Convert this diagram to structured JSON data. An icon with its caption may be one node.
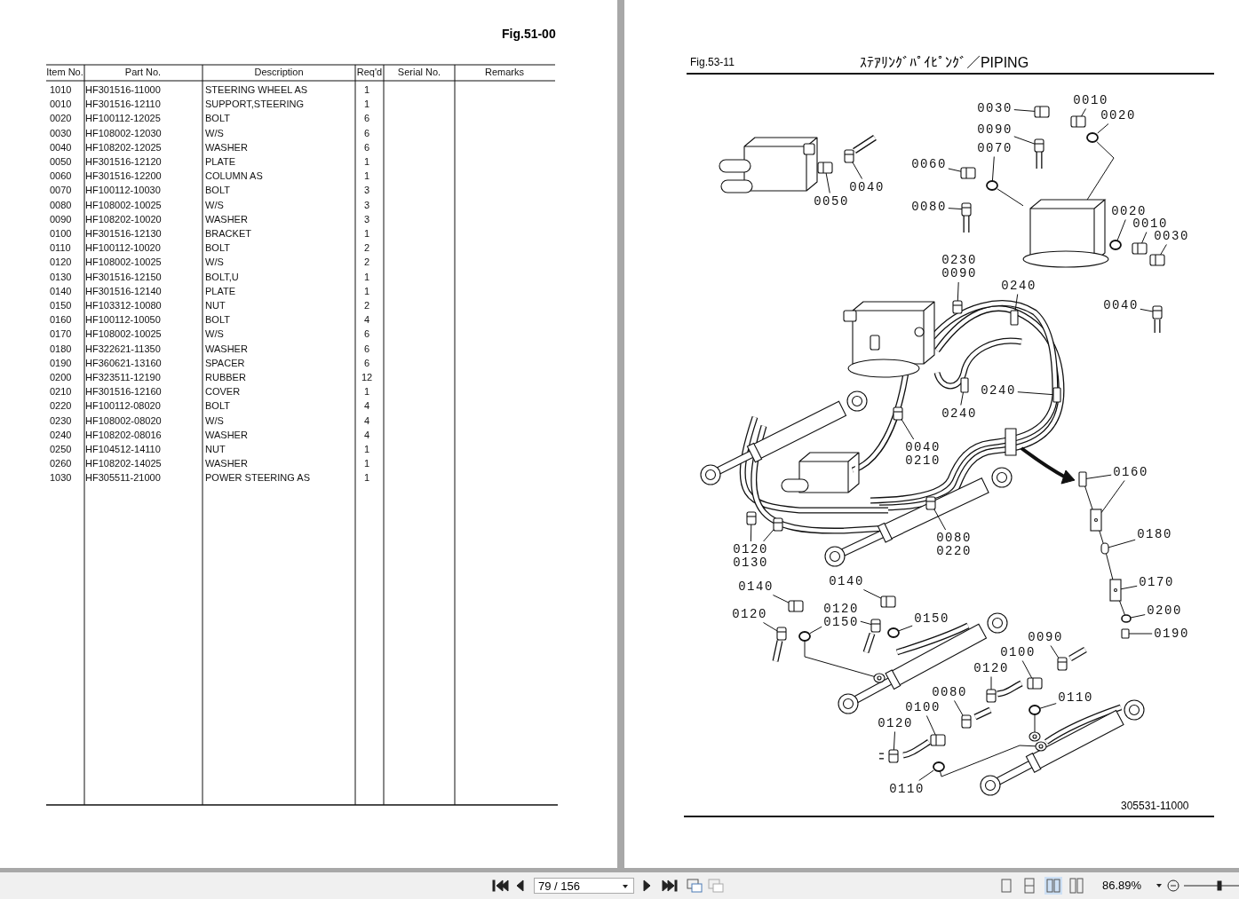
{
  "diagram": {
    "title": "ｽﾃｱﾘﾝｸﾞﾊﾟｲﾋﾟﾝｸﾞ／PIPING",
    "nodes": [
      {
        "text": [
          "0030"
        ]
      },
      {
        "text": [
          "0010"
        ]
      },
      {
        "text": [
          "0020"
        ]
      },
      {
        "text": [
          "0090"
        ]
      },
      {
        "text": [
          "0070"
        ]
      },
      {
        "text": [
          "0060"
        ]
      },
      {
        "text": [
          "0040"
        ]
      },
      {
        "text": [
          "0050"
        ]
      },
      {
        "text": [
          "0080"
        ]
      },
      {
        "text": [
          "0020"
        ]
      },
      {
        "text": [
          "0010"
        ]
      },
      {
        "text": [
          "0030"
        ]
      },
      {
        "text": [
          "0040"
        ]
      },
      {
        "text": [
          "0230 0090"
        ]
      },
      {
        "text": [
          "0240"
        ]
      },
      {
        "text": [
          "0240"
        ]
      },
      {
        "text": [
          "0240"
        ]
      },
      {
        "text": [
          "0040 0210"
        ]
      },
      {
        "text": [
          "0160"
        ]
      },
      {
        "text": [
          "0120 0130"
        ]
      },
      {
        "text": [
          "0080 0220"
        ]
      },
      {
        "text": [
          "0180"
        ]
      },
      {
        "text": [
          "0170"
        ]
      },
      {
        "text": [
          "0200"
        ]
      },
      {
        "text": [
          "0190"
        ]
      },
      {
        "text": [
          "0140"
        ]
      },
      {
        "text": [
          "0120"
        ]
      },
      {
        "text": [
          "0140"
        ]
      },
      {
        "text": [
          "0120 0150"
        ]
      },
      {
        "text": [
          "0150"
        ]
      },
      {
        "text": [
          "0090"
        ]
      },
      {
        "text": [
          "0100"
        ]
      },
      {
        "text": [
          "0120"
        ]
      },
      {
        "text": [
          "0080"
        ]
      },
      {
        "text": [
          "0110"
        ]
      },
      {
        "text": [
          "0100"
        ]
      },
      {
        "text": [
          "0120"
        ]
      },
      {
        "text": [
          "0110"
        ]
      },
      {
        "text": [],
        "shape": "fitting"
      },
      {
        "text": [],
        "shape": "fitting"
      },
      {
        "text": [],
        "shape": "ring"
      },
      {
        "text": [],
        "shape": "hose"
      },
      {
        "text": [],
        "shape": "ring"
      },
      {
        "text": [],
        "shape": "fitting"
      },
      {
        "text": [],
        "shape": "hose"
      },
      {
        "text": [],
        "shape": "fitting"
      },
      {
        "text": [],
        "shape": "hose"
      },
      {
        "text": [],
        "shape": "ring"
      },
      {
        "text": [],
        "shape": "fitting"
      },
      {
        "text": [],
        "shape": "fitting"
      },
      {
        "text": [],
        "shape": "hose"
      },
      {
        "text": [],
        "shape": "hose"
      },
      {
        "text": [],
        "shape": "clamp"
      },
      {
        "text": [],
        "shape": "clamp"
      },
      {
        "text": [],
        "shape": "clamp"
      },
      {
        "text": [],
        "shape": "hose"
      },
      {
        "text": [],
        "shape": "clamp"
      },
      {
        "text": [],
        "shape": "plate"
      },
      {
        "text": [],
        "shape": "hose"
      },
      {
        "text": [],
        "shape": "hose"
      },
      {
        "text": [],
        "shape": "hose"
      },
      {
        "text": [],
        "shape": "pin"
      },
      {
        "text": [],
        "shape": "plate"
      },
      {
        "text": [],
        "shape": "washer"
      },
      {
        "text": [],
        "shape": "bolt"
      },
      {
        "text": [],
        "shape": "fitting"
      },
      {
        "text": [],
        "shape": "hose"
      },
      {
        "text": [],
        "shape": "fitting"
      },
      {
        "text": [],
        "shape": "hose"
      },
      {
        "text": [],
        "shape": "ring"
      },
      {
        "text": [],
        "shape": "ring"
      },
      {
        "text": [],
        "shape": "hose"
      },
      {
        "text": [],
        "shape": "fitting"
      },
      {
        "text": [],
        "shape": "hose"
      },
      {
        "text": [],
        "shape": "hose"
      },
      {
        "text": [],
        "shape": "ring"
      },
      {
        "text": [],
        "shape": "fitting"
      },
      {
        "text": [],
        "shape": "hose"
      },
      {
        "text": [],
        "shape": "ring"
      },
      {
        "text": [],
        "shape": "box"
      },
      {
        "text": [],
        "shape": "port"
      },
      {
        "text": [],
        "shape": "port"
      },
      {
        "text": [],
        "shape": "port"
      }
    ],
    "edges": [
      {
        "from": 0,
        "to": 38,
        "arrow": "none"
      },
      {
        "from": 1,
        "to": 39,
        "arrow": "none"
      },
      {
        "from": 2,
        "to": 40,
        "arrow": "none"
      },
      {
        "from": 3,
        "to": 41,
        "arrow": "none"
      },
      {
        "from": 4,
        "to": 42,
        "arrow": "none"
      },
      {
        "from": 5,
        "to": 43,
        "arrow": "none"
      },
      {
        "from": 6,
        "to": 44,
        "arrow": "none"
      },
      {
        "from": 7,
        "to": 45,
        "arrow": "none"
      },
      {
        "from": 8,
        "to": 46,
        "arrow": "none"
      },
      {
        "from": 9,
        "to": 47,
        "arrow": "none"
      },
      {
        "from": 10,
        "to": 48,
        "arrow": "none"
      },
      {
        "from": 11,
        "to": 49,
        "arrow": "none"
      },
      {
        "from": 12,
        "to": 50,
        "arrow": "none"
      },
      {
        "from": 13,
        "to": 51,
        "arrow": "none"
      },
      {
        "from": 14,
        "to": 52,
        "arrow": "none"
      },
      {
        "from": 15,
        "to": 53,
        "arrow": "none"
      },
      {
        "from": 16,
        "to": 54,
        "arrow": "none"
      },
      {
        "from": 17,
        "to": 55,
        "arrow": "none"
      },
      {
        "from": 18,
        "to": 56,
        "arrow": "none"
      },
      {
        "from": 18,
        "to": 57,
        "arrow": "none"
      },
      {
        "from": 19,
        "to": 58,
        "arrow": "none"
      },
      {
        "from": 19,
        "to": 59,
        "arrow": "none"
      },
      {
        "from": 20,
        "to": 60,
        "arrow": "none"
      },
      {
        "from": 21,
        "to": 61,
        "arrow": "none"
      },
      {
        "from": 22,
        "to": 62,
        "arrow": "none"
      },
      {
        "from": 23,
        "to": 63,
        "arrow": "none"
      },
      {
        "from": 24,
        "to": 64,
        "arrow": "none"
      },
      {
        "from": 25,
        "to": 65,
        "arrow": "none"
      },
      {
        "from": 26,
        "to": 66,
        "arrow": "none"
      },
      {
        "from": 27,
        "to": 67,
        "arrow": "none"
      },
      {
        "from": 28,
        "to": 68,
        "arrow": "none"
      },
      {
        "from": 28,
        "to": 69,
        "arrow": "none"
      },
      {
        "from": 29,
        "to": 70,
        "arrow": "none"
      },
      {
        "from": 30,
        "to": 71,
        "arrow": "none"
      },
      {
        "from": 31,
        "to": 72,
        "arrow": "none"
      },
      {
        "from": 32,
        "to": 73,
        "arrow": "none"
      },
      {
        "from": 33,
        "to": 74,
        "arrow": "none"
      },
      {
        "from": 34,
        "to": 75,
        "arrow": "none"
      },
      {
        "from": 35,
        "to": 76,
        "arrow": "none"
      },
      {
        "from": 36,
        "to": 77,
        "arrow": "none"
      },
      {
        "from": 37,
        "to": 78,
        "arrow": "none"
      },
      {
        "from": 40,
        "to": 79,
        "arrow": "none"
      },
      {
        "from": 42,
        "to": 79,
        "arrow": "none"
      },
      {
        "from": 56,
        "to": 57,
        "arrow": "none"
      },
      {
        "from": 57,
        "to": 61,
        "arrow": "none"
      },
      {
        "from": 61,
        "to": 62,
        "arrow": "none"
      },
      {
        "from": 62,
        "to": 63,
        "arrow": "none"
      },
      {
        "from": 69,
        "to": 80,
        "arrow": "none"
      },
      {
        "from": 78,
        "to": 81,
        "arrow": "none"
      },
      {
        "from": 75,
        "to": 82,
        "arrow": "none"
      }
    ],
    "labels": [
      "Fig.51-00",
      "Item No.",
      "Part No.",
      "Description",
      "Req'd",
      "Serial No.",
      "Remarks",
      "1010",
      "HF301516-11000",
      "STEERING WHEEL AS",
      "1",
      "0010",
      "HF301516-12110",
      "SUPPORT,STEERING",
      "1",
      "0020",
      "HF100112-12025",
      "BOLT",
      "6",
      "0030",
      "HF108002-12030",
      "W/S",
      "6",
      "0040",
      "HF108202-12025",
      "WASHER",
      "6",
      "0050",
      "HF301516-12120",
      "PLATE",
      "1",
      "0060",
      "HF301516-12200",
      "COLUMN AS",
      "1",
      "0070",
      "HF100112-10030",
      "BOLT",
      "3",
      "0080",
      "HF108002-10025",
      "W/S",
      "3",
      "0090",
      "HF108202-10020",
      "WASHER",
      "3",
      "0100",
      "HF301516-12130",
      "BRACKET",
      "1",
      "0110",
      "HF100112-10020",
      "BOLT",
      "2",
      "0120",
      "HF108002-10025",
      "W/S",
      "2",
      "0130",
      "HF301516-12150",
      "BOLT,U",
      "1",
      "0140",
      "HF301516-12140",
      "PLATE",
      "1",
      "0150",
      "HF103312-10080",
      "NUT",
      "2",
      "0160",
      "HF100112-10050",
      "BOLT",
      "4",
      "0170",
      "HF108002-10025",
      "W/S",
      "6",
      "0180",
      "HF322621-11350",
      "WASHER",
      "6",
      "0190",
      "HF360621-13160",
      "SPACER",
      "6",
      "0200",
      "HF323511-12190",
      "RUBBER",
      "12",
      "0210",
      "HF301516-12160",
      "COVER",
      "1",
      "0220",
      "HF100112-08020",
      "BOLT",
      "4",
      "0230",
      "HF108002-08020",
      "W/S",
      "4",
      "0240",
      "HF108202-08016",
      "WASHER",
      "4",
      "0250",
      "HF104512-14110",
      "NUT",
      "1",
      "0260",
      "HF108202-14025",
      "WASHER",
      "1",
      "1030",
      "HF305511-21000",
      "POWER STEERING AS",
      "1",
      "Fig.53-11",
      "305531-11000",
      "79 / 156",
      "86.89%"
    ]
  }
}
